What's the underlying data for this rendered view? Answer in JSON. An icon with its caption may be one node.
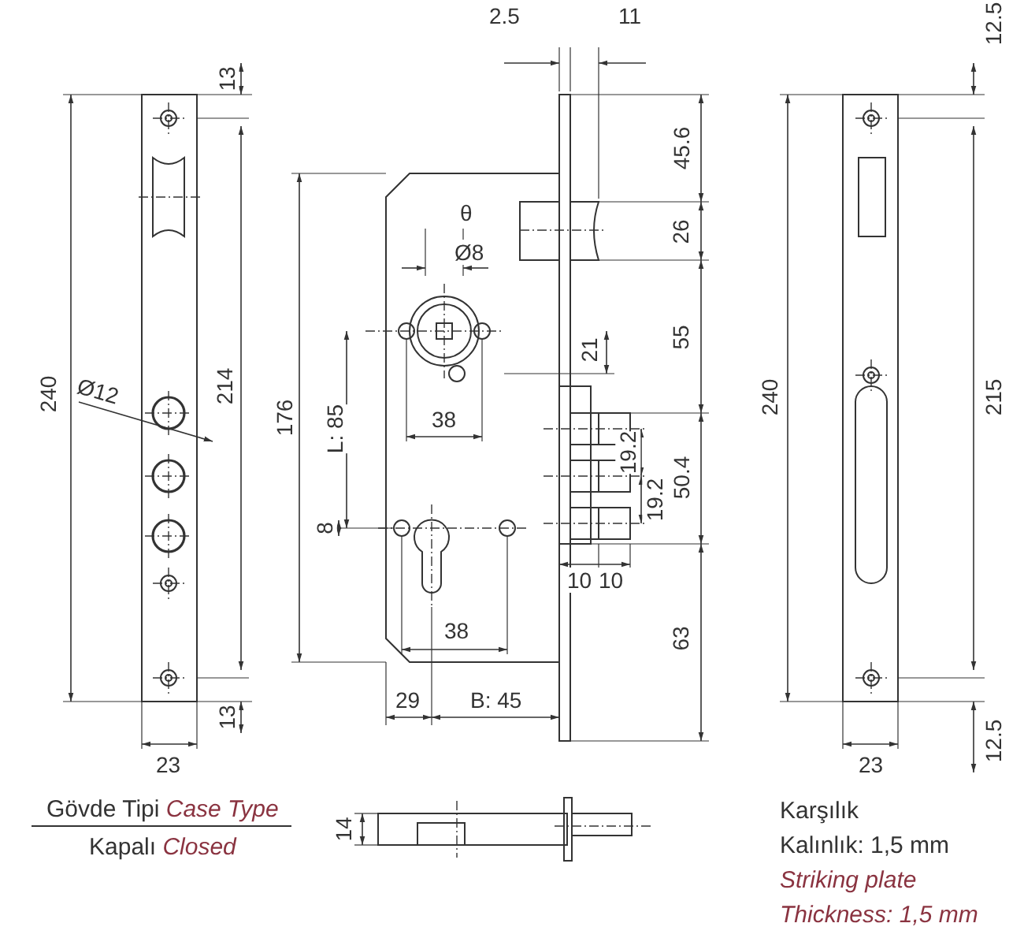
{
  "diagram": {
    "labels": [
      "2.5",
      "11",
      "12.5",
      "13",
      "45.6",
      "θ",
      "26",
      "Ø8",
      "240",
      "176",
      "214",
      "21",
      "55",
      "240",
      "215",
      "L: 85",
      "Ø12",
      "38",
      "19.2",
      "19.2",
      "50.4",
      "8",
      "10",
      "10",
      "38",
      "63",
      "13",
      "29",
      "B: 45",
      "23",
      "23",
      "12.5",
      "14",
      "Gövde Tipi *Case Type*",
      "Kapalı *Closed*",
      "Karşılık",
      "Kalınlık: 1,5 mm",
      "Striking plate",
      "Thickness: 1,5 mm"
    ]
  }
}
